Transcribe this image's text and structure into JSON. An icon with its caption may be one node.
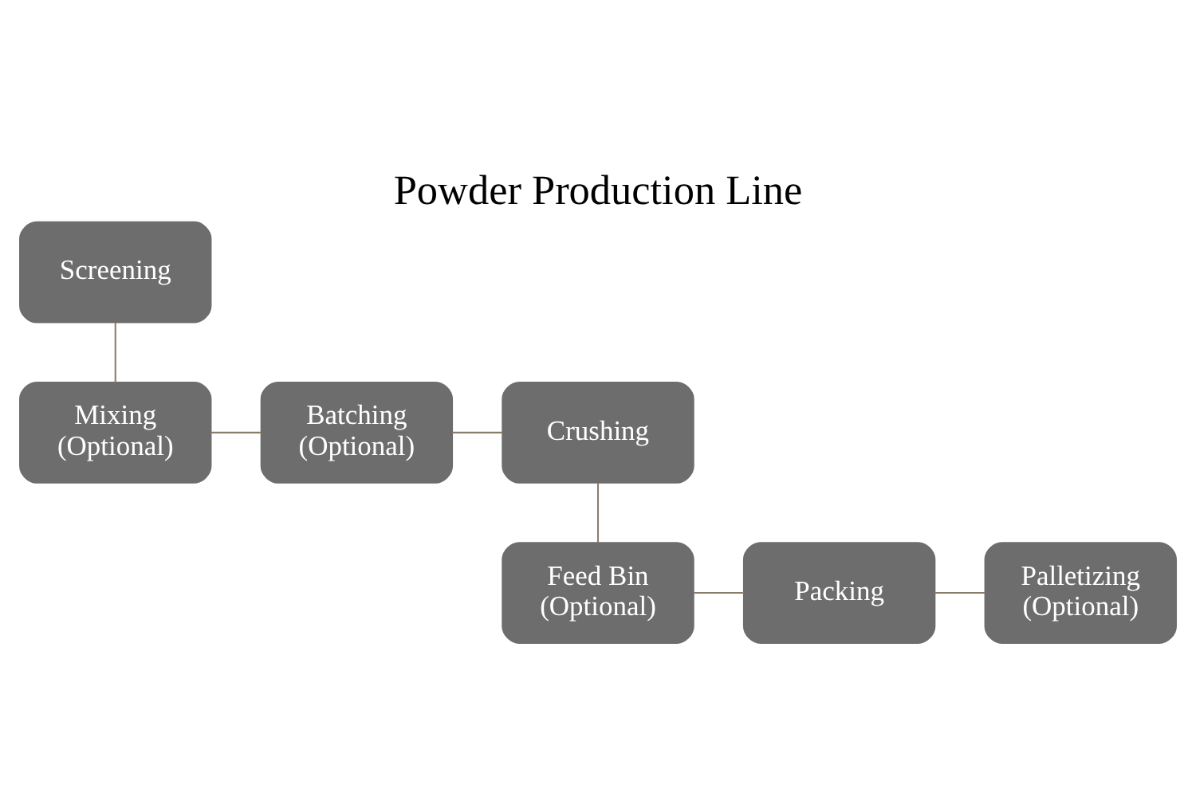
{
  "diagram": {
    "title": "Powder Production Line",
    "nodes": [
      {
        "text": [
          "Screening"
        ]
      },
      {
        "text": [
          "Mixing (Optional)"
        ]
      },
      {
        "text": [
          "Batching (Optional)"
        ]
      },
      {
        "text": [
          "Crushing"
        ]
      },
      {
        "text": [
          "Feed Bin (Optional)"
        ]
      },
      {
        "text": [
          "Packing"
        ]
      },
      {
        "text": [
          "Palletizing (Optional)"
        ]
      }
    ],
    "edges": [
      {
        "from": 0,
        "to": 1,
        "arrow": "none"
      },
      {
        "from": 1,
        "to": 2,
        "arrow": "none"
      },
      {
        "from": 2,
        "to": 3,
        "arrow": "none"
      },
      {
        "from": 3,
        "to": 4,
        "arrow": "none"
      },
      {
        "from": 4,
        "to": 5,
        "arrow": "none"
      },
      {
        "from": 5,
        "to": 6,
        "arrow": "none"
      }
    ]
  }
}
